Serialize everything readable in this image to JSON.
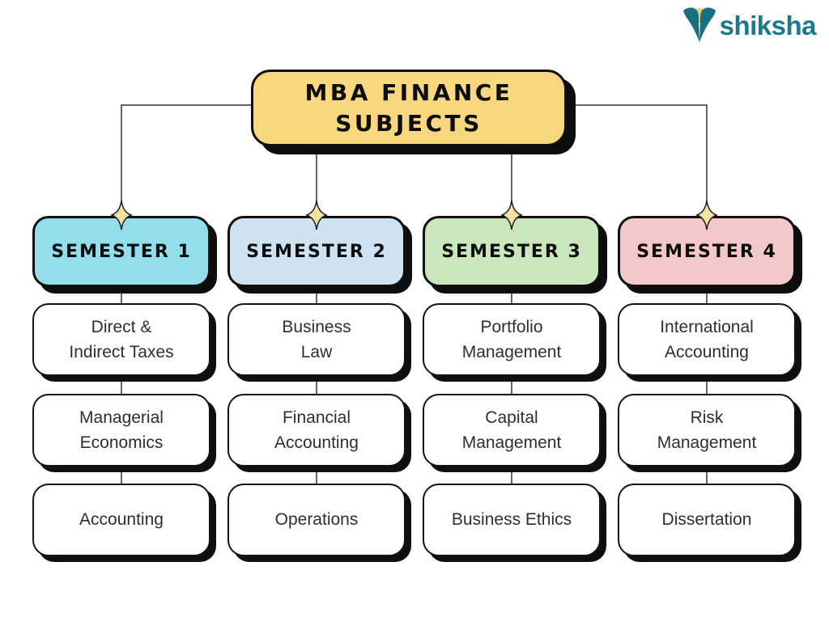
{
  "logo": {
    "label": "shiksha"
  },
  "title": {
    "label": "MBA FINANCE\nSUBJECTS"
  },
  "columns": [
    {
      "header": "SEMESTER 1",
      "header_color": "#93DEED",
      "subjects": [
        {
          "label": "Direct &\nIndirect Taxes"
        },
        {
          "label": "Managerial\nEconomics"
        },
        {
          "label": "Accounting"
        }
      ]
    },
    {
      "header": "SEMESTER 2",
      "header_color": "#CFE2F2",
      "subjects": [
        {
          "label": "Business\nLaw"
        },
        {
          "label": "Financial\nAccounting"
        },
        {
          "label": "Operations"
        }
      ]
    },
    {
      "header": "SEMESTER 3",
      "header_color": "#CBE6BC",
      "subjects": [
        {
          "label": "Portfolio\nManagement"
        },
        {
          "label": "Capital\nManagement"
        },
        {
          "label": "Business Ethics"
        }
      ]
    },
    {
      "header": "SEMESTER 4",
      "header_color": "#F4C8C8",
      "subjects": [
        {
          "label": "International\nAccounting"
        },
        {
          "label": "Risk\nManagement"
        },
        {
          "label": "Dissertation"
        }
      ]
    }
  ],
  "colors": {
    "title_fill": "#F8D77E",
    "line": "#333333",
    "star_fill": "#F3E3A3",
    "star_stroke": "#1f1f1f",
    "logo_teal": "#17707F",
    "logo_gold": "#EFCB74"
  }
}
